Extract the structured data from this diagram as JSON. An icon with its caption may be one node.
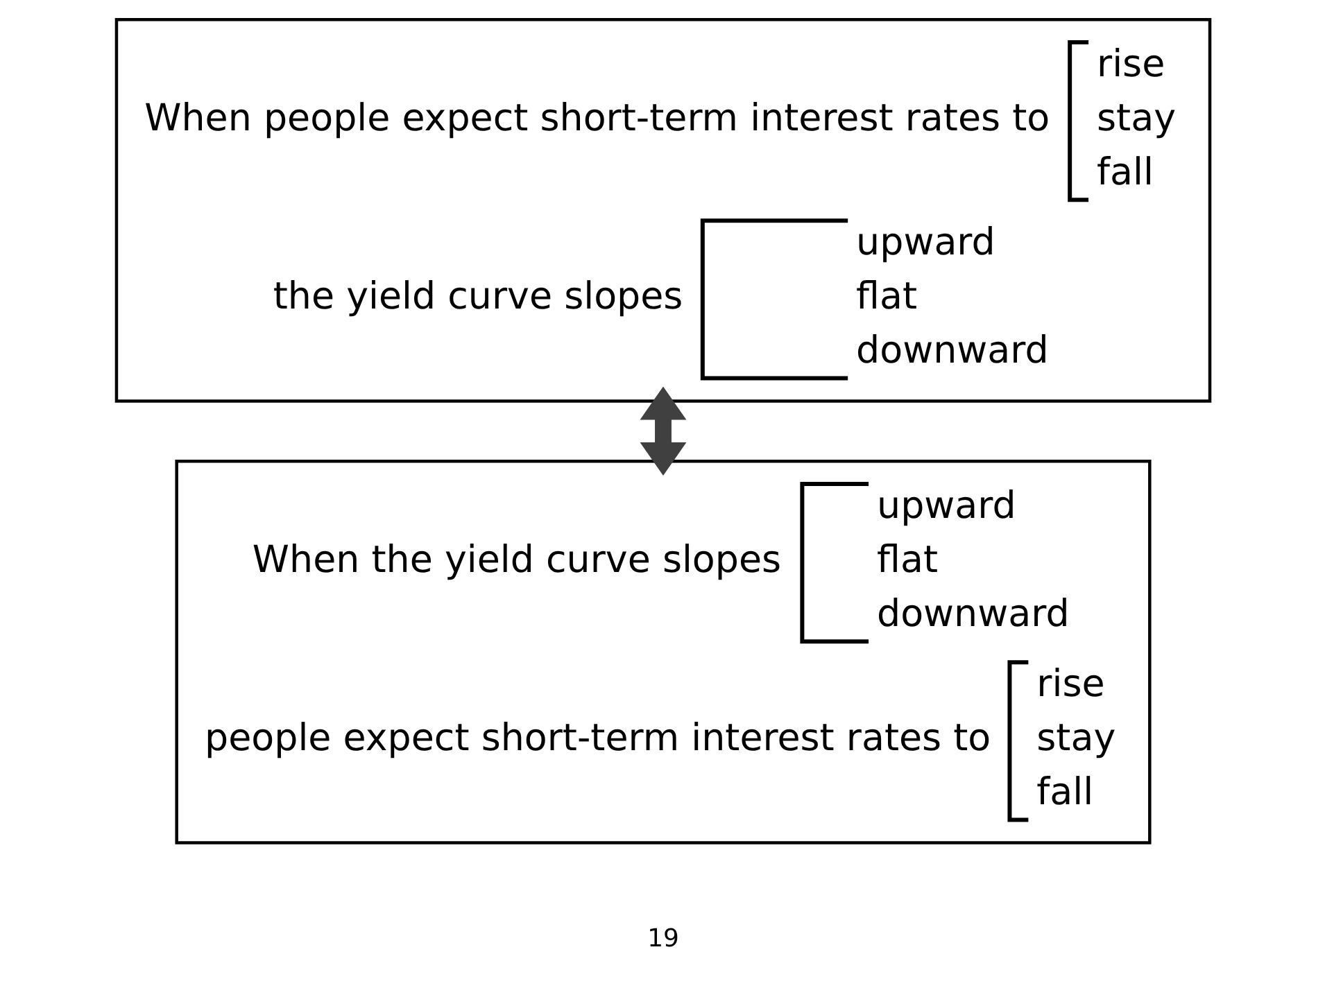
{
  "diagram": {
    "nodes": [
      {
        "text": [
          "When people expect short-term interest rates to",
          "rise",
          "stay",
          "fall",
          "the yield curve slopes",
          "upward",
          "flat",
          "downward"
        ]
      },
      {
        "text": [
          "When the yield curve slopes",
          "upward",
          "flat",
          "downward",
          "people expect short-term interest rates to",
          "rise",
          "stay",
          "fall"
        ]
      }
    ],
    "edges": [
      {
        "from": 0,
        "to": 1,
        "arrow": "both"
      }
    ],
    "labels": [
      "19"
    ]
  }
}
